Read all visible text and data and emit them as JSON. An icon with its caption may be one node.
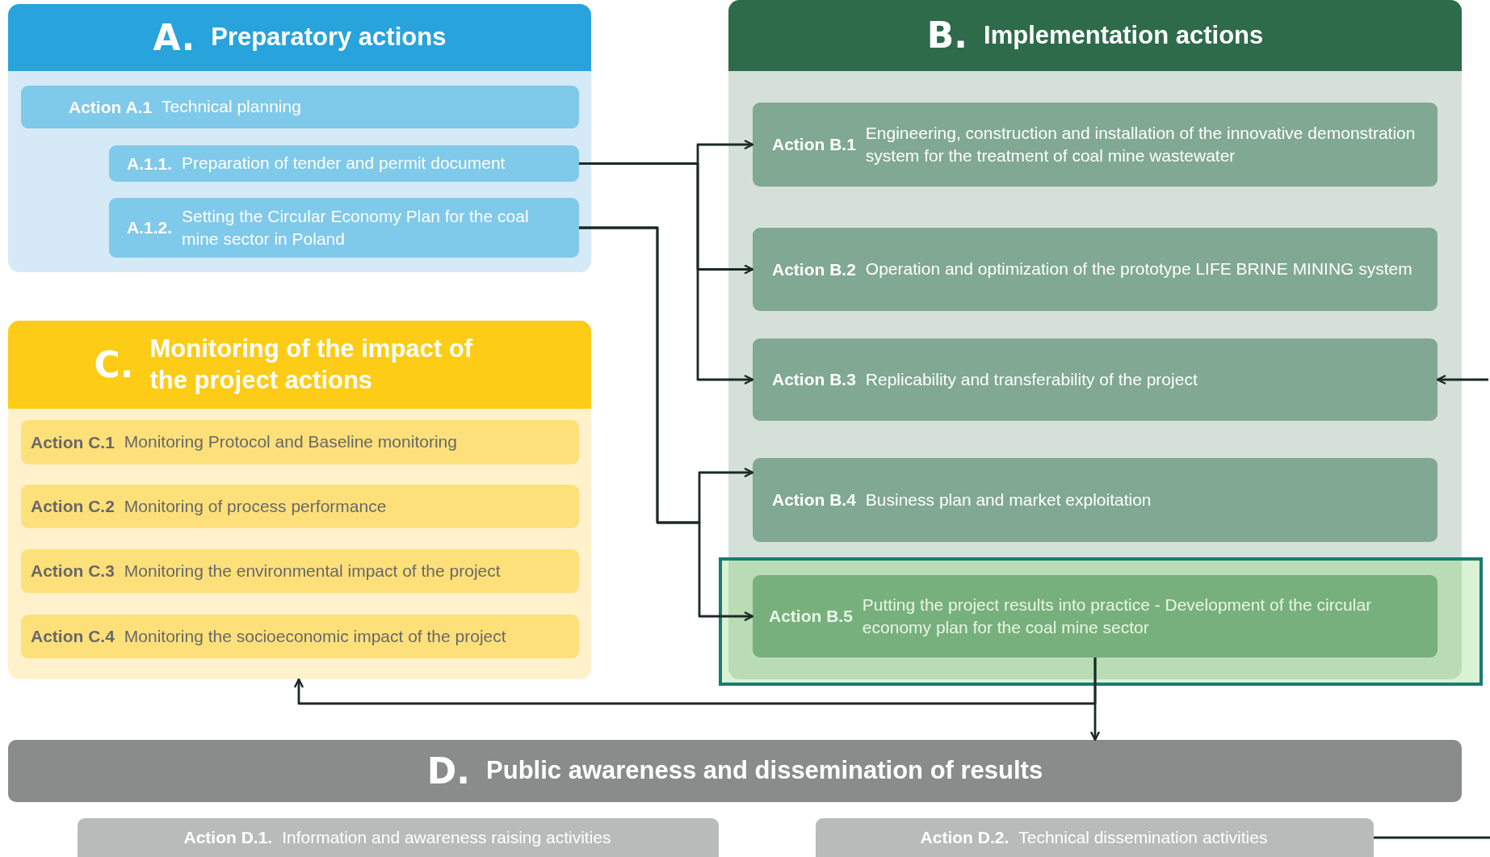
{
  "diagram": {
    "nodes": [
      {
        "text": [
          "A.",
          "Preparatory actions"
        ]
      },
      {
        "text": [
          "Action A.1",
          "Technical planning"
        ],
        "in": 0
      },
      {
        "text": [
          "A.1.1.",
          "Preparation of tender and permit document"
        ],
        "in": 0
      },
      {
        "text": [
          "A.1.2.",
          "Setting the Circular Economy Plan for the coal mine sector in Poland"
        ],
        "in": 0
      },
      {
        "text": [
          "C.",
          "Monitoring of the impact of the project actions"
        ]
      },
      {
        "text": [
          "Action C.1",
          "Monitoring Protocol and Baseline monitoring"
        ],
        "in": 4
      },
      {
        "text": [
          "Action C.2",
          "Monitoring of process performance"
        ],
        "in": 4
      },
      {
        "text": [
          "Action C.3",
          "Monitoring the environmental impact of the project"
        ],
        "in": 4
      },
      {
        "text": [
          "Action C.4",
          "Monitoring the socioeconomic impact of the project"
        ],
        "in": 4
      },
      {
        "text": [
          "B.",
          "Implementation actions"
        ]
      },
      {
        "text": [
          "Action B.1",
          "Engineering, construction and installation of the innovative demonstration system for the treatment of coal mine wastewater"
        ],
        "in": 9
      },
      {
        "text": [
          "Action B.2",
          "Operation and optimization of the prototype LIFE BRINE MINING system"
        ],
        "in": 9
      },
      {
        "text": [
          "Action B.3",
          "Replicability and transferability of the project"
        ],
        "in": 9
      },
      {
        "text": [
          "Action B.4",
          "Business plan and market exploitation"
        ],
        "in": 9
      },
      {
        "text": [
          "Action B.5",
          "Putting the project results into practice - Development of the circular economy plan for the coal mine sector"
        ],
        "in": 9
      },
      {
        "text": [
          "D.",
          "Public awareness and dissemination of results"
        ]
      },
      {
        "text": [
          "Action D.1.",
          "Information and awareness raising activities"
        ]
      },
      {
        "text": [
          "Action D.2.",
          "Technical dissemination activities"
        ]
      }
    ],
    "edges": [
      {
        "from": 2,
        "to": 10,
        "arrow": "to"
      },
      {
        "from": 2,
        "to": 11,
        "arrow": "to"
      },
      {
        "from": 2,
        "to": 12,
        "arrow": "to"
      },
      {
        "from": 3,
        "to": 13,
        "arrow": "to"
      },
      {
        "from": 3,
        "to": 14,
        "arrow": "to"
      },
      {
        "from": 14,
        "to": 15,
        "arrow": "to"
      },
      {
        "from": 14,
        "to": 4,
        "arrow": "to"
      },
      {
        "from": null,
        "to": 12,
        "arrow": "to"
      },
      {
        "from": 17,
        "to": null,
        "arrow": "none"
      }
    ]
  }
}
